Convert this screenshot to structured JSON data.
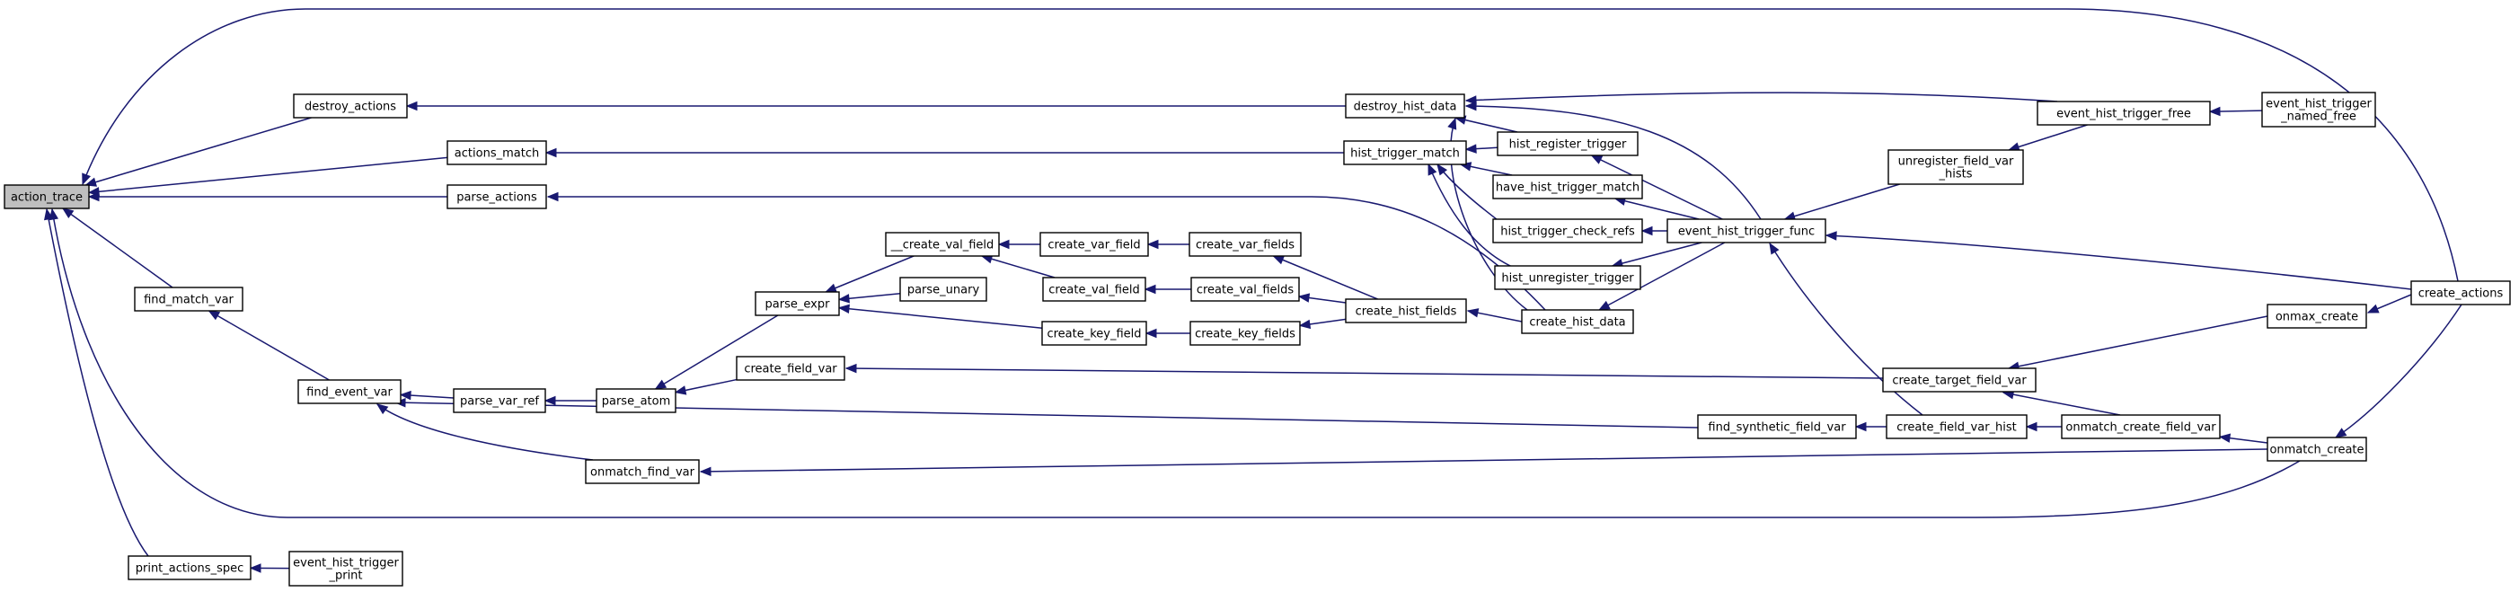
{
  "graph": {
    "nodes": [
      {
        "id": "action_trace",
        "lines": [
          "action_trace"
        ],
        "root": true
      },
      {
        "id": "destroy_actions",
        "lines": [
          "destroy_actions"
        ]
      },
      {
        "id": "actions_match",
        "lines": [
          "actions_match"
        ]
      },
      {
        "id": "parse_actions",
        "lines": [
          "parse_actions"
        ]
      },
      {
        "id": "find_match_var",
        "lines": [
          "find_match_var"
        ]
      },
      {
        "id": "find_event_var",
        "lines": [
          "find_event_var"
        ]
      },
      {
        "id": "print_actions_spec",
        "lines": [
          "print_actions_spec"
        ]
      },
      {
        "id": "event_hist_trigger_print",
        "lines": [
          "event_hist_trigger",
          "_print"
        ]
      },
      {
        "id": "parse_var_ref",
        "lines": [
          "parse_var_ref"
        ]
      },
      {
        "id": "parse_atom",
        "lines": [
          "parse_atom"
        ]
      },
      {
        "id": "parse_expr",
        "lines": [
          "parse_expr"
        ]
      },
      {
        "id": "__create_val_field",
        "lines": [
          "__create_val_field"
        ]
      },
      {
        "id": "parse_unary",
        "lines": [
          "parse_unary"
        ]
      },
      {
        "id": "create_field_var",
        "lines": [
          "create_field_var"
        ]
      },
      {
        "id": "onmatch_find_var",
        "lines": [
          "onmatch_find_var"
        ]
      },
      {
        "id": "create_var_field",
        "lines": [
          "create_var_field"
        ]
      },
      {
        "id": "create_val_field",
        "lines": [
          "create_val_field"
        ]
      },
      {
        "id": "create_key_field",
        "lines": [
          "create_key_field"
        ]
      },
      {
        "id": "create_var_fields",
        "lines": [
          "create_var_fields"
        ]
      },
      {
        "id": "create_val_fields",
        "lines": [
          "create_val_fields"
        ]
      },
      {
        "id": "create_key_fields",
        "lines": [
          "create_key_fields"
        ]
      },
      {
        "id": "create_hist_fields",
        "lines": [
          "create_hist_fields"
        ]
      },
      {
        "id": "destroy_hist_data",
        "lines": [
          "destroy_hist_data"
        ]
      },
      {
        "id": "hist_trigger_match",
        "lines": [
          "hist_trigger_match"
        ]
      },
      {
        "id": "hist_register_trigger",
        "lines": [
          "hist_register_trigger"
        ]
      },
      {
        "id": "have_hist_trigger_match",
        "lines": [
          "have_hist_trigger_match"
        ]
      },
      {
        "id": "hist_trigger_check_refs",
        "lines": [
          "hist_trigger_check_refs"
        ]
      },
      {
        "id": "hist_unregister_trigger",
        "lines": [
          "hist_unregister_trigger"
        ]
      },
      {
        "id": "create_hist_data",
        "lines": [
          "create_hist_data"
        ]
      },
      {
        "id": "event_hist_trigger_func",
        "lines": [
          "event_hist_trigger_func"
        ]
      },
      {
        "id": "unregister_field_var_hists",
        "lines": [
          "unregister_field_var",
          "_hists"
        ]
      },
      {
        "id": "event_hist_trigger_free",
        "lines": [
          "event_hist_trigger_free"
        ]
      },
      {
        "id": "event_hist_trigger_named_free",
        "lines": [
          "event_hist_trigger",
          "_named_free"
        ]
      },
      {
        "id": "find_synthetic_field_var",
        "lines": [
          "find_synthetic_field_var"
        ]
      },
      {
        "id": "create_target_field_var",
        "lines": [
          "create_target_field_var"
        ]
      },
      {
        "id": "create_field_var_hist",
        "lines": [
          "create_field_var_hist"
        ]
      },
      {
        "id": "onmatch_create_field_var",
        "lines": [
          "onmatch_create_field_var"
        ]
      },
      {
        "id": "onmax_create",
        "lines": [
          "onmax_create"
        ]
      },
      {
        "id": "onmatch_create",
        "lines": [
          "onmatch_create"
        ]
      },
      {
        "id": "create_actions",
        "lines": [
          "create_actions"
        ]
      }
    ],
    "edges": [
      {
        "from": "destroy_actions",
        "to": "action_trace"
      },
      {
        "from": "actions_match",
        "to": "action_trace"
      },
      {
        "from": "parse_actions",
        "to": "action_trace"
      },
      {
        "from": "find_match_var",
        "to": "action_trace"
      },
      {
        "from": "print_actions_spec",
        "to": "action_trace"
      },
      {
        "from": "create_actions",
        "to": "action_trace"
      },
      {
        "from": "onmatch_create",
        "to": "action_trace"
      },
      {
        "from": "find_event_var",
        "to": "find_match_var"
      },
      {
        "from": "event_hist_trigger_print",
        "to": "print_actions_spec"
      },
      {
        "from": "parse_var_ref",
        "to": "find_event_var"
      },
      {
        "from": "onmatch_find_var",
        "to": "find_event_var"
      },
      {
        "from": "find_synthetic_field_var",
        "to": "find_event_var"
      },
      {
        "from": "parse_atom",
        "to": "parse_var_ref"
      },
      {
        "from": "parse_expr",
        "to": "parse_atom"
      },
      {
        "from": "create_field_var",
        "to": "parse_atom"
      },
      {
        "from": "parse_unary",
        "to": "parse_expr"
      },
      {
        "from": "__create_val_field",
        "to": "parse_expr"
      },
      {
        "from": "create_key_field",
        "to": "parse_expr"
      },
      {
        "from": "create_var_field",
        "to": "__create_val_field"
      },
      {
        "from": "create_val_field",
        "to": "__create_val_field"
      },
      {
        "from": "create_var_fields",
        "to": "create_var_field"
      },
      {
        "from": "create_val_fields",
        "to": "create_val_field"
      },
      {
        "from": "create_key_fields",
        "to": "create_key_field"
      },
      {
        "from": "create_hist_fields",
        "to": "create_var_fields"
      },
      {
        "from": "create_hist_fields",
        "to": "create_val_fields"
      },
      {
        "from": "create_hist_fields",
        "to": "create_key_fields"
      },
      {
        "from": "create_hist_data",
        "to": "create_hist_fields"
      },
      {
        "from": "create_hist_data",
        "to": "parse_actions"
      },
      {
        "from": "destroy_hist_data",
        "to": "destroy_actions"
      },
      {
        "from": "hist_trigger_match",
        "to": "actions_match"
      },
      {
        "from": "hist_register_trigger",
        "to": "destroy_hist_data"
      },
      {
        "from": "event_hist_trigger_free",
        "to": "destroy_hist_data"
      },
      {
        "from": "event_hist_trigger_func",
        "to": "destroy_hist_data"
      },
      {
        "from": "create_hist_data",
        "to": "destroy_hist_data"
      },
      {
        "from": "hist_register_trigger",
        "to": "hist_trigger_match"
      },
      {
        "from": "have_hist_trigger_match",
        "to": "hist_trigger_match"
      },
      {
        "from": "hist_trigger_check_refs",
        "to": "hist_trigger_match"
      },
      {
        "from": "hist_unregister_trigger",
        "to": "hist_trigger_match"
      },
      {
        "from": "event_hist_trigger_func",
        "to": "hist_register_trigger"
      },
      {
        "from": "event_hist_trigger_func",
        "to": "have_hist_trigger_match"
      },
      {
        "from": "event_hist_trigger_func",
        "to": "hist_trigger_check_refs"
      },
      {
        "from": "event_hist_trigger_func",
        "to": "hist_unregister_trigger"
      },
      {
        "from": "event_hist_trigger_func",
        "to": "create_hist_data"
      },
      {
        "from": "unregister_field_var_hists",
        "to": "event_hist_trigger_func"
      },
      {
        "from": "create_field_var_hist",
        "to": "event_hist_trigger_func"
      },
      {
        "from": "create_actions",
        "to": "event_hist_trigger_func"
      },
      {
        "from": "event_hist_trigger_free",
        "to": "unregister_field_var_hists"
      },
      {
        "from": "event_hist_trigger_named_free",
        "to": "event_hist_trigger_free"
      },
      {
        "from": "create_target_field_var",
        "to": "create_field_var"
      },
      {
        "from": "create_field_var_hist",
        "to": "find_synthetic_field_var"
      },
      {
        "from": "onmatch_create_field_var",
        "to": "create_field_var_hist"
      },
      {
        "from": "onmax_create",
        "to": "create_target_field_var"
      },
      {
        "from": "onmatch_create_field_var",
        "to": "create_target_field_var"
      },
      {
        "from": "onmatch_create",
        "to": "onmatch_create_field_var"
      },
      {
        "from": "onmatch_create",
        "to": "onmatch_find_var"
      },
      {
        "from": "create_actions",
        "to": "onmax_create"
      },
      {
        "from": "create_actions",
        "to": "onmatch_create"
      }
    ]
  }
}
